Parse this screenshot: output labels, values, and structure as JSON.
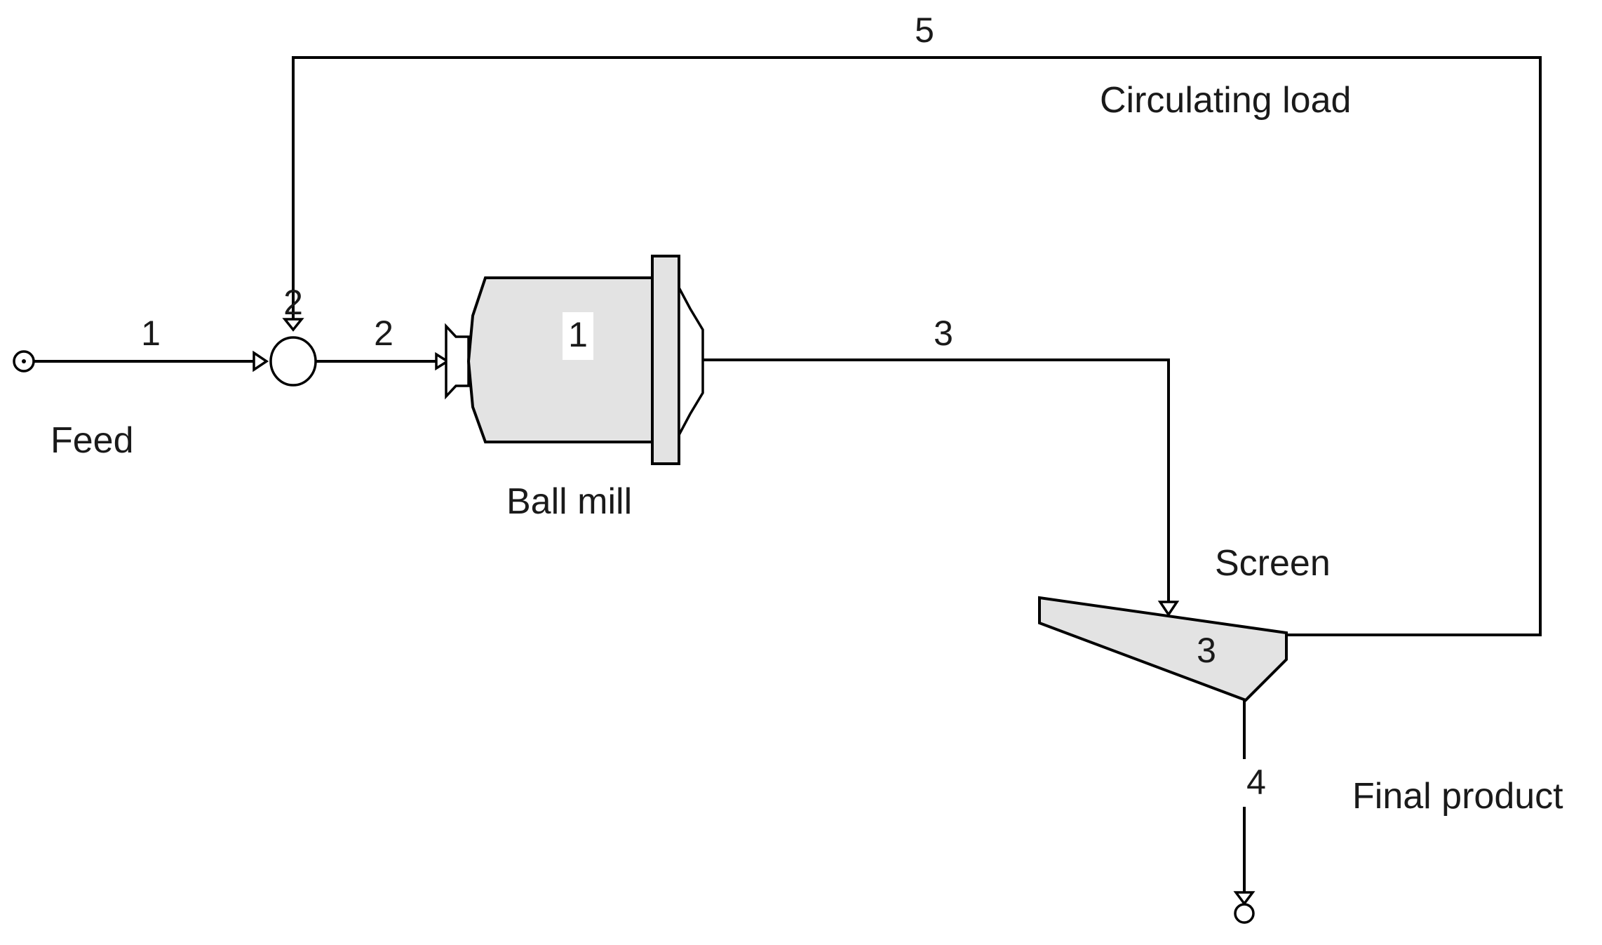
{
  "captions": {
    "feed": "Feed",
    "ball_mill": "Ball mill",
    "screen": "Screen",
    "circulating_load": "Circulating load",
    "final_product": "Final product"
  },
  "streams": {
    "s1": "1",
    "s2": "2",
    "s3": "3",
    "s4": "4",
    "s5": "5"
  },
  "units": {
    "mixer": "2",
    "ball_mill": "1",
    "screen": "3"
  },
  "colors": {
    "line": "#000000",
    "unit_fill": "#e3e3e3",
    "text": "#1a1a1a"
  }
}
